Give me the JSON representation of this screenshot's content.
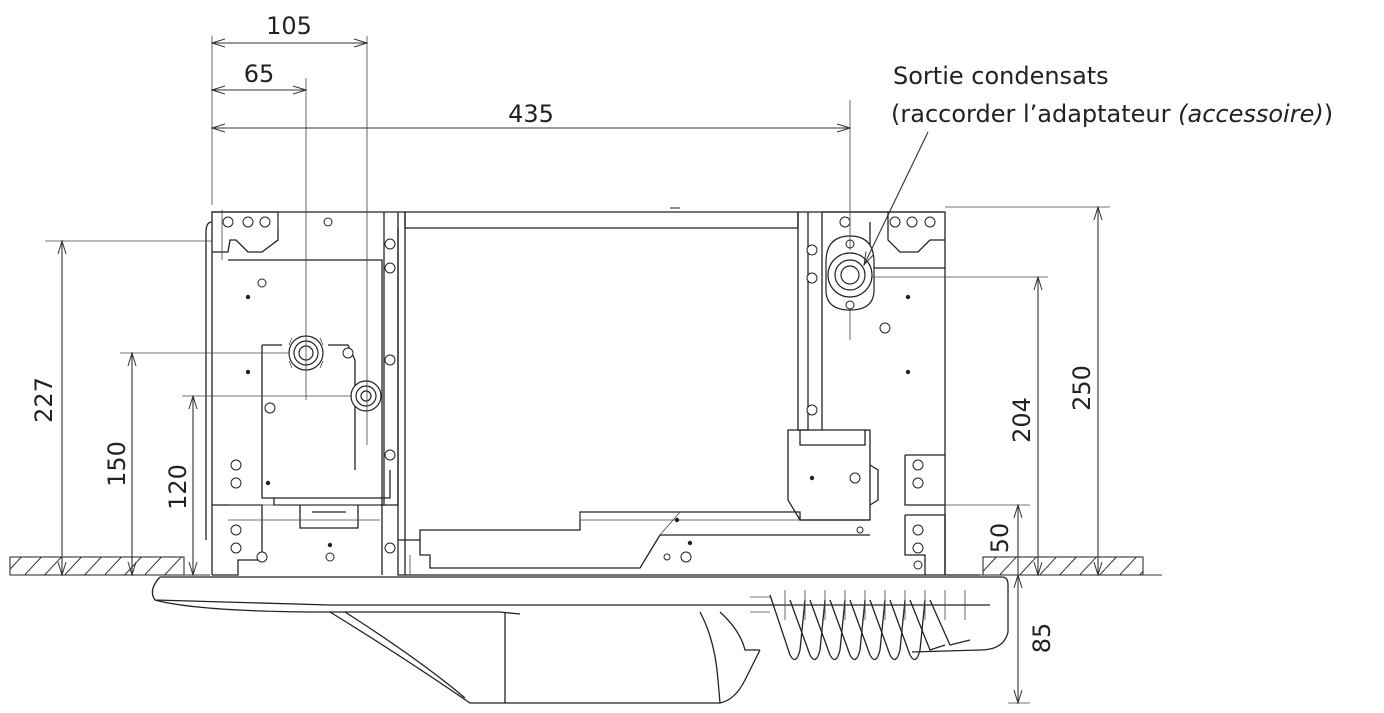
{
  "dimensions": {
    "d105": "105",
    "d65": "65",
    "d435": "435",
    "d227": "227",
    "d150": "150",
    "d120": "120",
    "d204": "204",
    "d250": "250",
    "d50": "50",
    "d85": "85"
  },
  "annotation": {
    "line1": "Sortie condensats",
    "line2_prefix": "(raccorder l’adaptateur ",
    "line2_italic": "(accessoire)",
    "line2_suffix": ")"
  },
  "colors": {
    "line": "#333333",
    "background": "#ffffff"
  }
}
